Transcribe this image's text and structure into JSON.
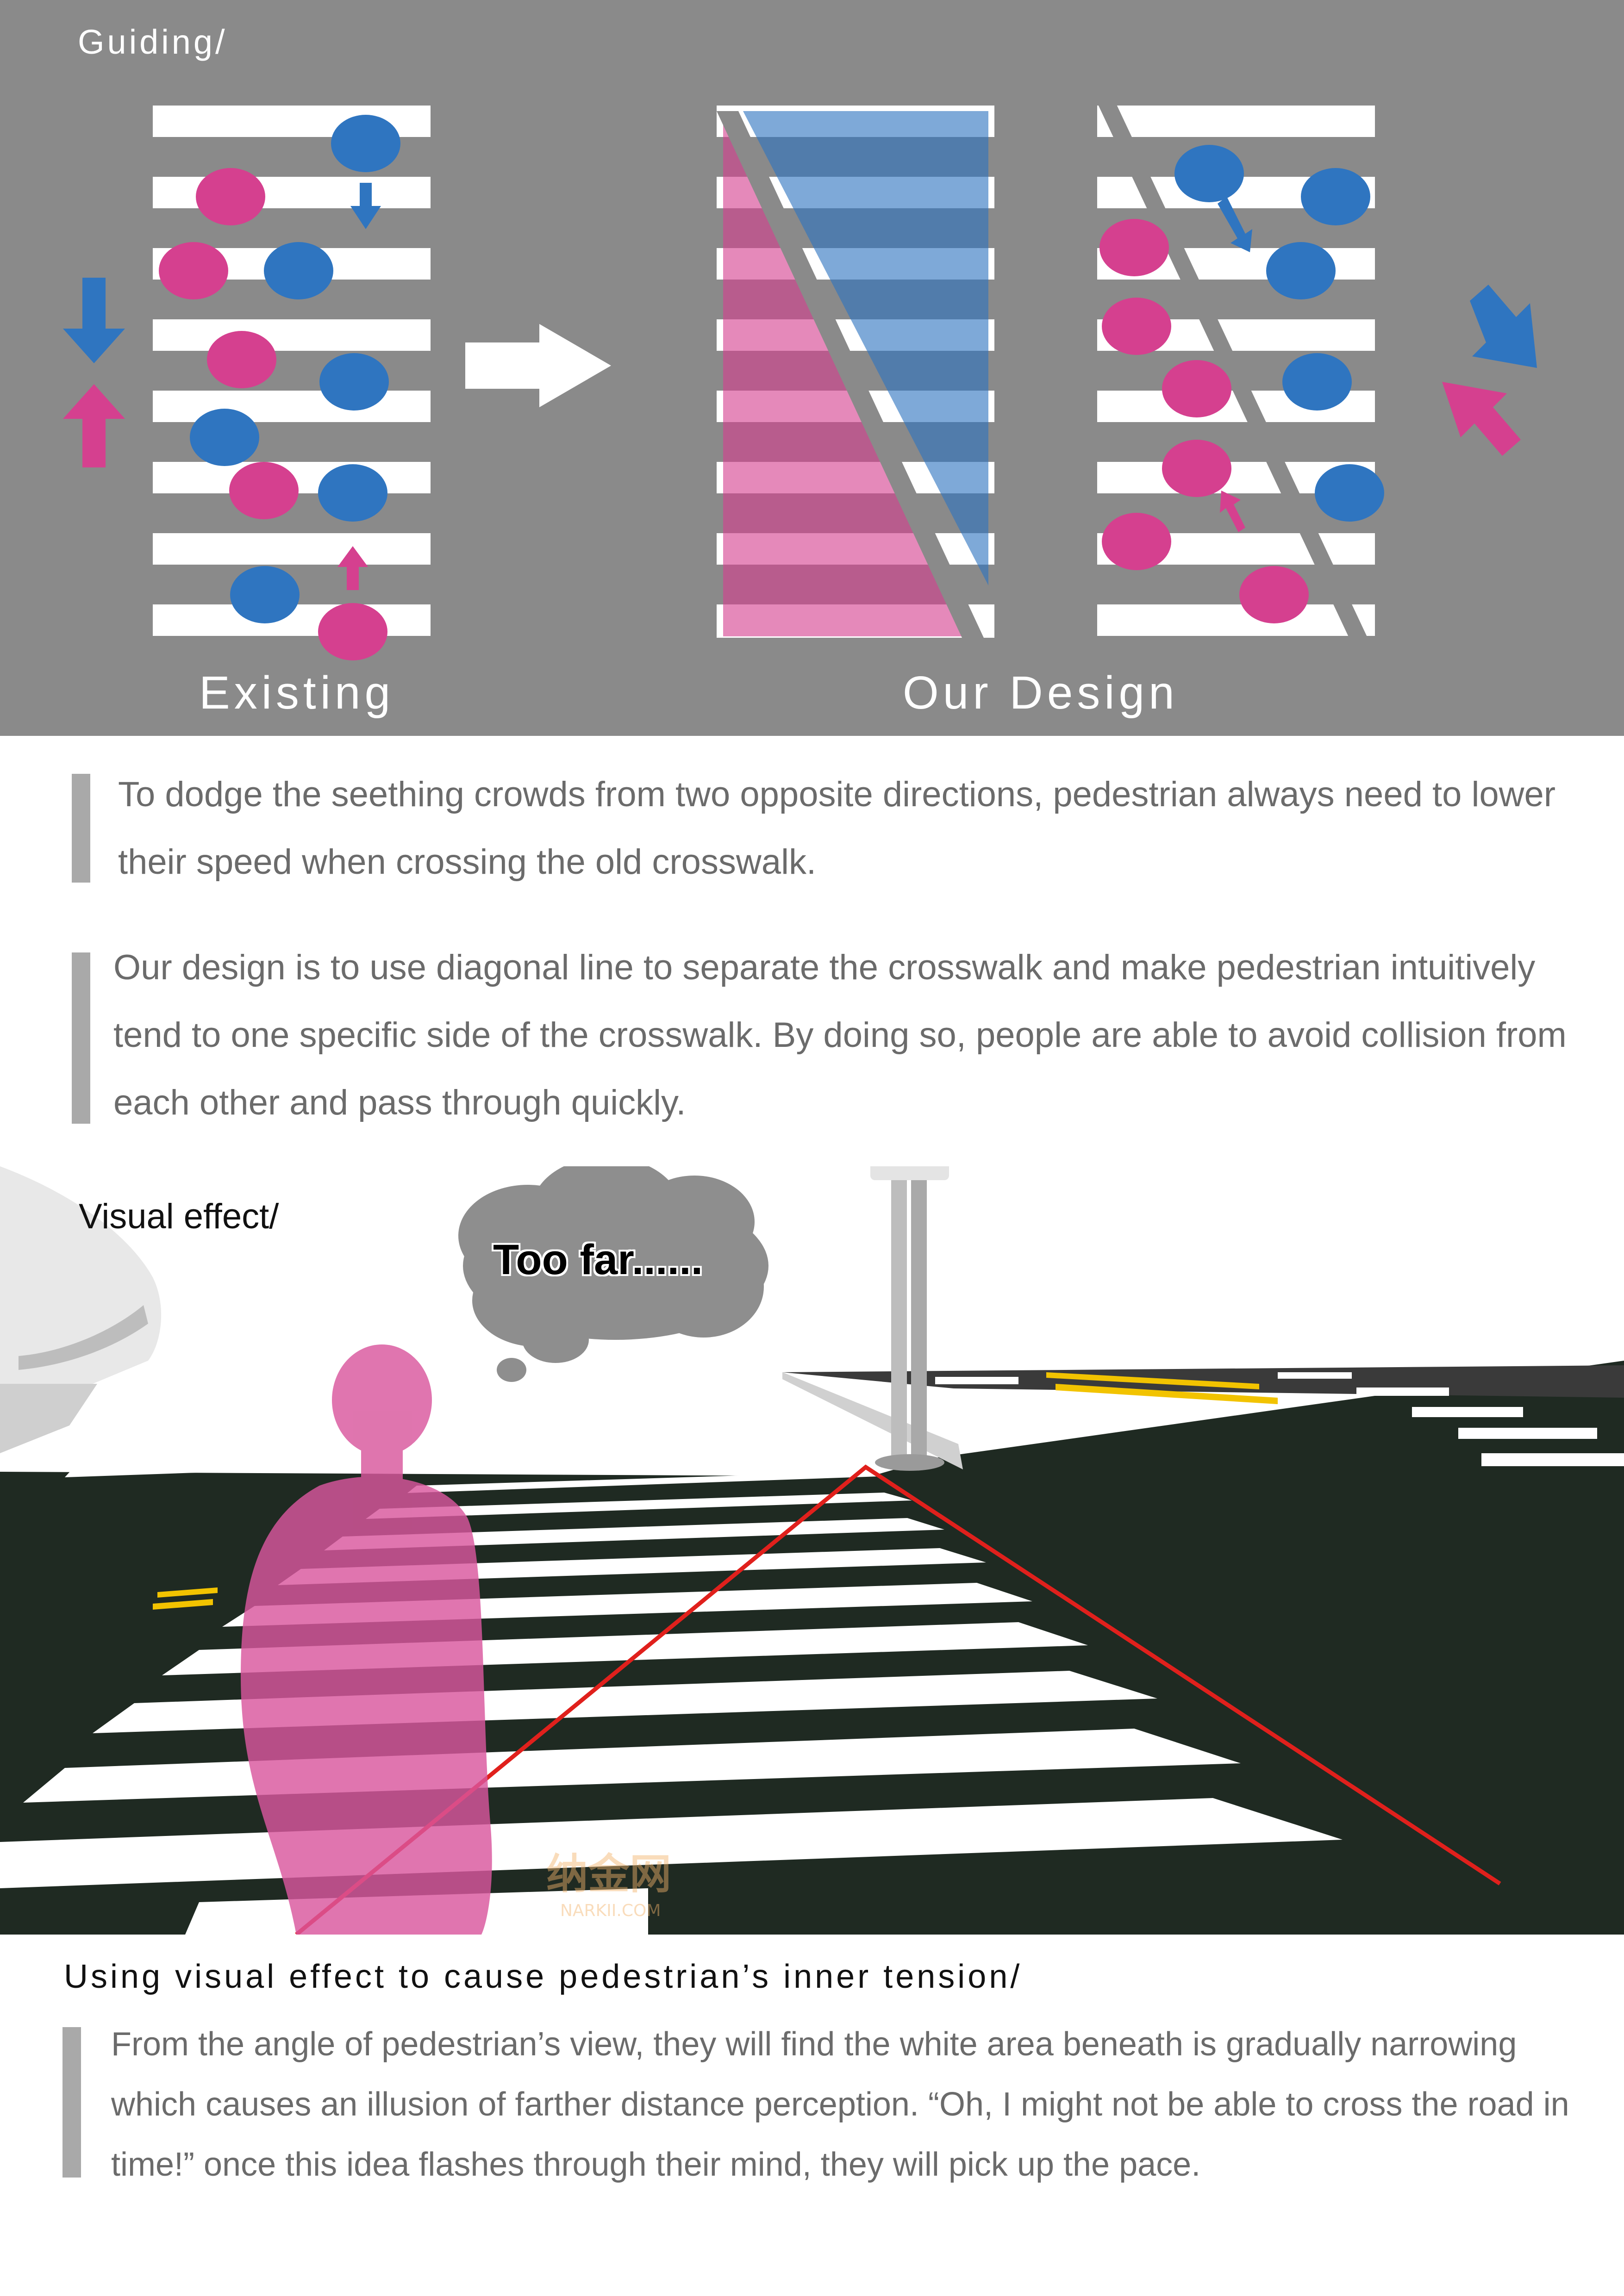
{
  "top_panel": {
    "section_label": "Guiding/",
    "existing_label": "Existing",
    "design_label": "Our Design",
    "colors": {
      "background": "#8a8a8a",
      "pink": "#d5408f",
      "blue": "#2f75c0"
    }
  },
  "paragraphs": {
    "p1": "To dodge the seething crowds from two opposite directions, pedestrian always need to lower their speed when crossing the old crosswalk.",
    "p2": "Our design is to use diagonal line to separate the crosswalk and make pedestrian intuitively tend to one specific side of the crosswalk. By doing so, people are able to avoid collision from each other and pass through quickly."
  },
  "visual_effect": {
    "section_label": "Visual effect/",
    "bubble_text": "Too far......",
    "watermark": "纳金网 NARKII.COM"
  },
  "tension": {
    "section_label": "Using visual effect to cause pedestrian’s inner tension/",
    "paragraph": "From the angle of pedestrian’s view, they will find the white area beneath is gradually narrowing which causes an illusion of farther distance perception. “Oh, I might not be able to cross the road in time!” once this idea flashes through their mind, they will pick up the pace."
  },
  "icons": [
    "arrow-down-icon",
    "arrow-up-icon",
    "arrow-right-icon",
    "thought-bubble-icon"
  ]
}
